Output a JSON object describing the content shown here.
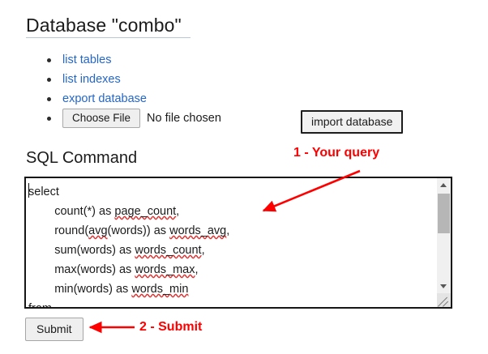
{
  "page": {
    "title": "Database \"combo\"",
    "sql_heading": "SQL Command"
  },
  "links": [
    {
      "label": "list tables"
    },
    {
      "label": "list indexes"
    },
    {
      "label": "export database"
    }
  ],
  "file_input": {
    "button_label": "Choose File",
    "status_text": "No file chosen"
  },
  "import": {
    "button_label": "import database"
  },
  "sql": {
    "lines": [
      "select",
      "        count(*) as page_count,",
      "        round(avg(words)) as words_avg,",
      "        sum(words) as words_count,",
      "        max(words) as words_max,",
      "        min(words) as words_min",
      "from"
    ],
    "value": "select\n        count(*) as page_count,\n        round(avg(words)) as words_avg,\n        sum(words) as words_count,\n        max(words) as words_max,\n        min(words) as words_min\nfrom"
  },
  "submit": {
    "label": "Submit"
  },
  "annotations": [
    {
      "text": "1 - Your query"
    },
    {
      "text": "2 - Submit"
    }
  ],
  "colors": {
    "link": "#2566c7",
    "annotation_red": "#fe0000",
    "title_rule": "#b9c6d6",
    "textarea_border": "#161616",
    "spellcheck_squiggle": "#e03030"
  }
}
